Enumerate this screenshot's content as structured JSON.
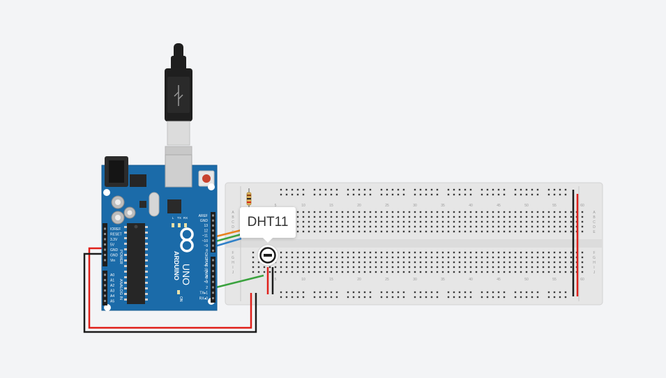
{
  "tooltip": {
    "label": "DHT11"
  },
  "arduino": {
    "brand": "ARDUINO",
    "model": "UNO",
    "power_header_title": "POWER",
    "analog_header_title": "ANALOG IN",
    "digital_header_title": "DIGITAL (PWM~)",
    "power_pins": [
      "IOREF",
      "RESET",
      "3.3V",
      "5V",
      "GND",
      "GND",
      "Vin"
    ],
    "analog_pins": [
      "A0",
      "A1",
      "A2",
      "A3",
      "A4",
      "A5"
    ],
    "top_pins": [
      "AREF",
      "GND",
      "13",
      "12",
      "~11",
      "~10",
      "~9",
      "8"
    ],
    "bottom_pins": [
      "7",
      "~6",
      "~5",
      "4",
      "~3",
      "2",
      "TX▸1",
      "RX◂0"
    ],
    "leds": [
      "L",
      "TX",
      "RX"
    ],
    "on_label": "ON"
  },
  "breadboard": {
    "column_numbers": [
      "5",
      "10",
      "15",
      "20",
      "25",
      "30",
      "35",
      "40",
      "45",
      "50",
      "55",
      "60"
    ],
    "row_letters_top": [
      "A",
      "B",
      "C",
      "D",
      "E"
    ],
    "row_letters_bottom": [
      "F",
      "G",
      "H",
      "I",
      "J"
    ]
  },
  "colors": {
    "background": "#f3f4f6",
    "board_blue": "#1b6ba9",
    "breadboard": "#e7e7e7",
    "wire_red": "#e0201a",
    "wire_black": "#1c1c1c",
    "wire_green": "#3aa23e",
    "wire_orange": "#e8821e",
    "wire_blue": "#2f80c8"
  }
}
